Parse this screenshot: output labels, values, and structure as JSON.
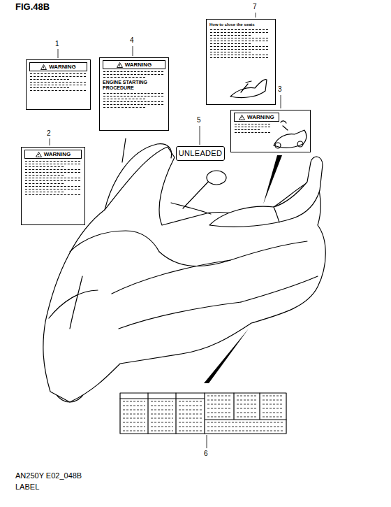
{
  "diagram": {
    "title": "FIG.48B",
    "nodes": [
      {
        "text": [
          "How to close the seats"
        ]
      },
      {
        "text": [
          "WARNING"
        ]
      },
      {
        "text": [
          "WARNING",
          "ENGINE STARTING PROCEDURE"
        ]
      },
      {
        "text": [
          "WARNING"
        ]
      },
      {
        "text": [
          "UNLEADED"
        ]
      },
      {
        "text": [
          "WARNING"
        ]
      }
    ],
    "labels": [
      "1",
      "2",
      "3",
      "4",
      "5",
      "6",
      "7",
      "AN250Y E02_048B",
      "LABEL"
    ]
  }
}
